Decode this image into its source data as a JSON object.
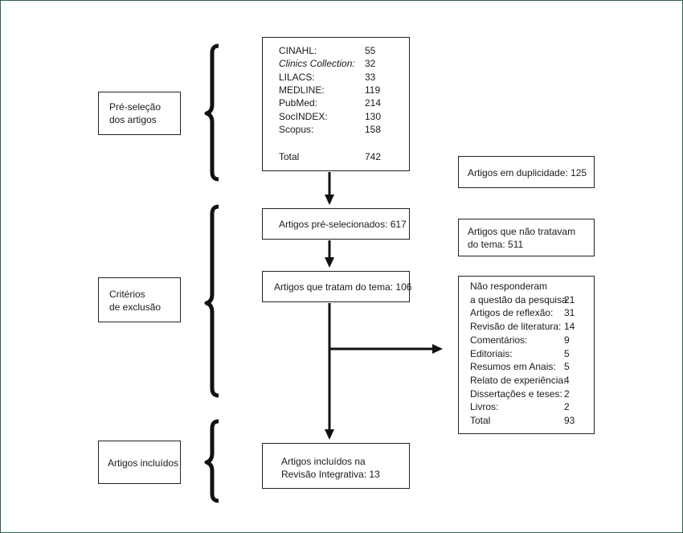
{
  "stages": {
    "preselection": {
      "line1": "Pré-seleção",
      "line2": "dos artigos"
    },
    "exclusion": {
      "line1": "Critérios",
      "line2": "de exclusão"
    },
    "included": {
      "label": "Artigos incluídos"
    }
  },
  "databases": {
    "rows": [
      {
        "name": "CINAHL:",
        "count": "55"
      },
      {
        "name": "Clinics Collection:",
        "count": "32"
      },
      {
        "name": "LILACS:",
        "count": "33"
      },
      {
        "name": "MEDLINE:",
        "count": "119"
      },
      {
        "name": "PubMed:",
        "count": "214"
      },
      {
        "name": "SocINDEX:",
        "count": "130"
      },
      {
        "name": "Scopus:",
        "count": "158"
      }
    ],
    "total_label": "Total",
    "total_value": "742"
  },
  "duplicates": {
    "text": "Artigos em duplicidade: 125"
  },
  "preselected": {
    "text": "Artigos pré-selecionados: 617"
  },
  "off_topic": {
    "line1": "Artigos que não tratavam",
    "line2": "do tema: 511"
  },
  "on_topic": {
    "text": "Artigos que tratam do tema: 106"
  },
  "exclusions": {
    "rows": [
      {
        "name": "Não responderam",
        "count": ""
      },
      {
        "name": "a questão da pesquisa",
        "count": "21"
      },
      {
        "name": "Artigos de reflexão:",
        "count": "31"
      },
      {
        "name": "Revisão de literatura:",
        "count": "14"
      },
      {
        "name": "Comentários:",
        "count": "9"
      },
      {
        "name": "Editoriais:",
        "count": "5"
      },
      {
        "name": "Resumos em Anais:",
        "count": "5"
      },
      {
        "name": "Relato de experiência:",
        "count": "4"
      },
      {
        "name": "Dissertações e teses:",
        "count": "2"
      },
      {
        "name": "Livros:",
        "count": "2"
      },
      {
        "name": "Total",
        "count": "93"
      }
    ]
  },
  "final": {
    "line1": "Artigos incluídos na",
    "line2": "Revisão Integrativa: 13"
  }
}
